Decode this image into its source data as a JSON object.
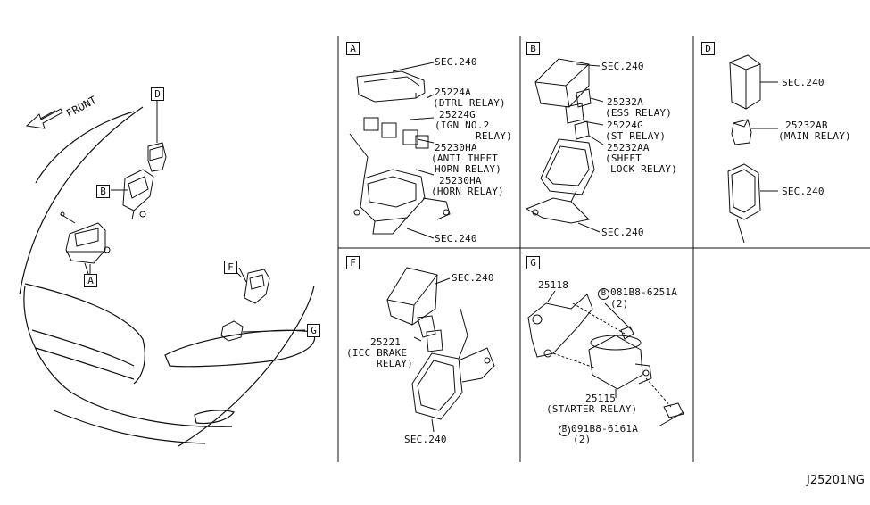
{
  "overview": {
    "front_label": "FRONT",
    "callouts": {
      "a": "A",
      "b": "B",
      "d": "D",
      "f": "F",
      "g": "G"
    }
  },
  "panel_a": {
    "letter": "A",
    "sec_top": "SEC.240",
    "p1_num": "25224A",
    "p1_desc": "(DTRL RELAY)",
    "p2_num": "25224G",
    "p2_desc1": "(IGN NO.2",
    "p2_desc2": "RELAY)",
    "p3_num": "25230HA",
    "p3_desc1": "(ANTI THEFT",
    "p3_desc2": "HORN RELAY)",
    "p4_num": "25230HA",
    "p4_desc": "(HORN RELAY)",
    "sec_bottom": "SEC.240"
  },
  "panel_b": {
    "letter": "B",
    "sec_top": "SEC.240",
    "p1_num": "25232A",
    "p1_desc": "(ESS RELAY)",
    "p2_num": "25224G",
    "p2_desc": "(ST RELAY)",
    "p3_num": "25232AA",
    "p3_desc1": "(SHEFT",
    "p3_desc2": "LOCK RELAY)",
    "sec_bottom": "SEC.240"
  },
  "panel_d": {
    "letter": "D",
    "sec_top": "SEC.240",
    "p1_num": "25232AB",
    "p1_desc": "(MAIN RELAY)",
    "sec_bottom": "SEC.240"
  },
  "panel_f": {
    "letter": "F",
    "sec_top": "SEC.240",
    "p1_num": "25221",
    "p1_desc1": "(ICC BRAKE",
    "p1_desc2": "RELAY)",
    "sec_bottom": "SEC.240"
  },
  "panel_g": {
    "letter": "G",
    "p1_num": "25118",
    "bolt1_mark": "B",
    "bolt1_num": "081B8-6251A",
    "bolt1_qty": "(2)",
    "p2_num": "25115",
    "p2_desc": "(STARTER RELAY)",
    "bolt2_mark": "B",
    "bolt2_num": "091B8-6161A",
    "bolt2_qty": "(2)"
  },
  "diagram_code": "J25201NG"
}
